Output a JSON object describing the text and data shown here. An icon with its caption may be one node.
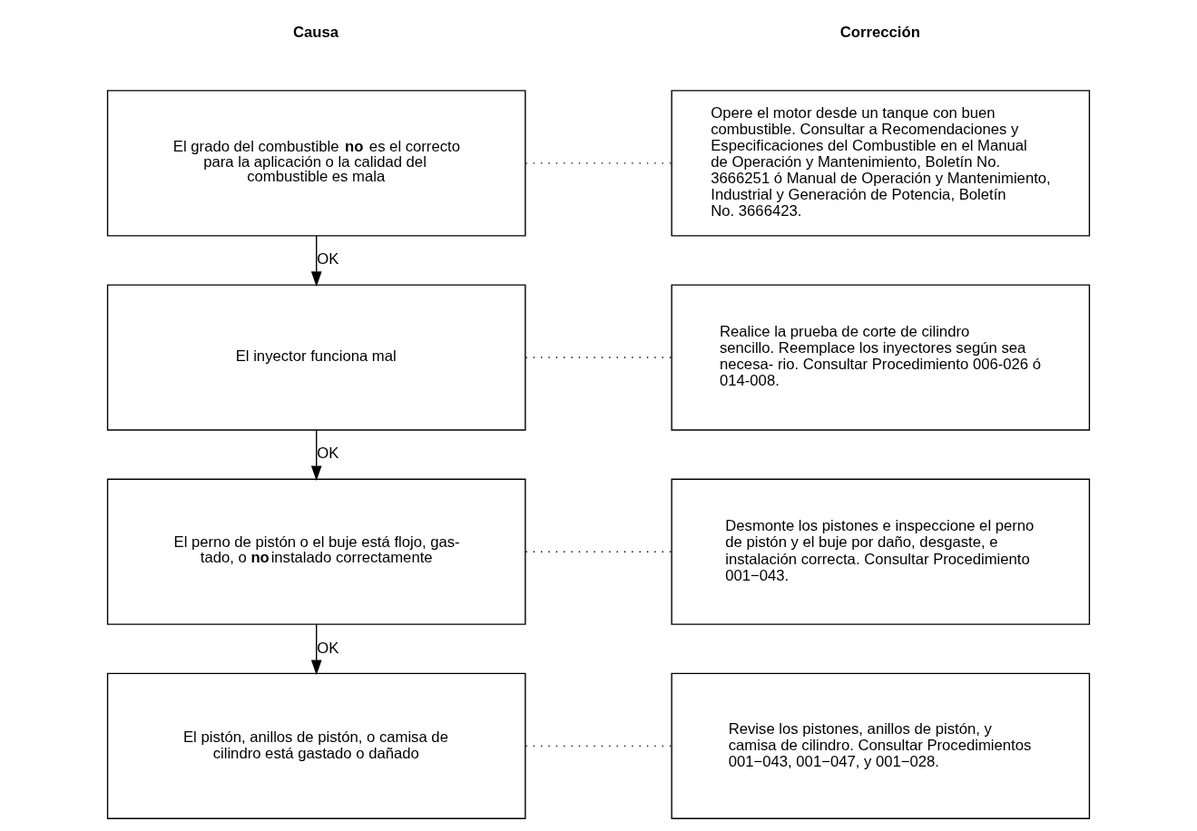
{
  "diagram": {
    "nodes": [
      {
        "text": [
          "El grado del combustible **no** es el correcto para la aplicación o la calidad del combustible es mala"
        ]
      },
      {
        "text": [
          "Opere el motor desde un tanque con buen combustible. Consultar a Recomendaciones y Especificaciones del Combustible en el Manual de Operación y Mantenimiento, Boletín No. 3666251 ó Manual de Operación y Mantenimiento, Industrial y Generación de Potencia, Boletín No. 3666423."
        ]
      },
      {
        "text": [
          "El inyector funciona mal"
        ]
      },
      {
        "text": [
          "Realice la prueba de corte de cilindro sencillo. Reemplace los inyectores según sea necesa- rio. Consultar Procedimiento 006-026 ó 014-008."
        ]
      },
      {
        "text": [
          "El perno de pistón o el buje está flojo, gas- tado, o **no**instalado correctamente"
        ]
      },
      {
        "text": [
          "Desmonte los pistones e inspeccione el perno de pistón y el buje por daño, desgaste, e instalación correcta. Consultar Procedimiento 001−043."
        ]
      },
      {
        "text": [
          "El pistón, anillos de pistón, o camisa de cilindro está gastado o dañado"
        ]
      },
      {
        "text": [
          "Revise los pistones, anillos de pistón, y camisa de cilindro. Consultar Procedimientos 001−043, 001−047, y 001−028."
        ]
      }
    ],
    "edges": [
      {
        "from": 0,
        "to": 1,
        "arrow": "none",
        "style": "dashed"
      },
      {
        "from": 0,
        "to": 2,
        "arrow": "to",
        "label": "OK"
      },
      {
        "from": 2,
        "to": 3,
        "arrow": "none",
        "style": "dashed"
      },
      {
        "from": 2,
        "to": 4,
        "arrow": "to",
        "label": "OK"
      },
      {
        "from": 4,
        "to": 5,
        "arrow": "none",
        "style": "dashed"
      },
      {
        "from": 4,
        "to": 6,
        "arrow": "to",
        "label": "OK"
      },
      {
        "from": 6,
        "to": 7,
        "arrow": "none",
        "style": "dashed"
      }
    ],
    "labels": [
      "Causa",
      "Corrección"
    ]
  }
}
